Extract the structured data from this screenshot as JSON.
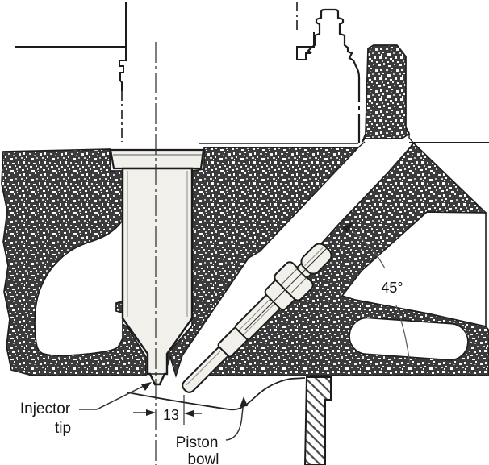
{
  "labels": {
    "injector_tip_line1": "Injector",
    "injector_tip_line2": "tip",
    "piston_bowl_line1": "Piston",
    "piston_bowl_line2": "bowl"
  },
  "dimensions": {
    "bowl_offset_mm": "13",
    "glow_plug_angle": "45°"
  },
  "colors": {
    "line": "#1c1c1c",
    "stipple_base": "#3b3b3b",
    "component_fill": "#f2f0ea",
    "background": "#ffffff"
  }
}
